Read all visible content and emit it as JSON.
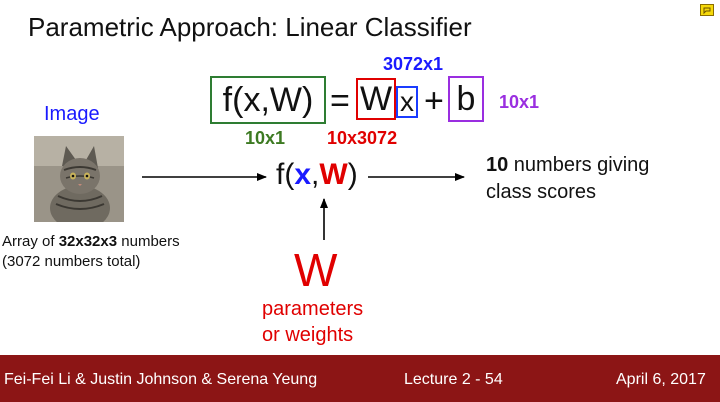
{
  "slide": {
    "title": "Parametric Approach: Linear Classifier",
    "equation": {
      "lhs": "f(x,W)",
      "equals": "=",
      "W": "W",
      "x": "x",
      "plus": "+",
      "b": "b"
    },
    "dimensions": {
      "x_dim": "3072x1",
      "b_dim": "10x1",
      "f_dim": "10x1",
      "W_dim": "10x3072"
    },
    "image_label": "Image",
    "input_description": {
      "line1_prefix": "Array of ",
      "line1_bold": "32x32x3",
      "line1_suffix": " numbers",
      "line2": "(3072 numbers total)"
    },
    "function": {
      "f_open": "f(",
      "x": "x",
      "comma": ",",
      "W": "W",
      "close": ")"
    },
    "output": {
      "count": "10",
      "line1_suffix": " numbers giving",
      "line2": "class scores"
    },
    "weights": {
      "symbol": "W",
      "line1": "parameters",
      "line2": "or weights"
    }
  },
  "footer": {
    "authors": "Fei-Fei Li & Justin Johnson & Serena Yeung",
    "lecture": "Lecture 2 -   54",
    "date": "April 6, 2017"
  },
  "colors": {
    "footer_bg": "#8c1515",
    "red": "#e00000",
    "blue": "#1a1aff",
    "green": "#3d7a22",
    "purple": "#9a2ee0"
  },
  "icons": {
    "comment": "comment-icon",
    "cat_image": "cat-photo"
  }
}
